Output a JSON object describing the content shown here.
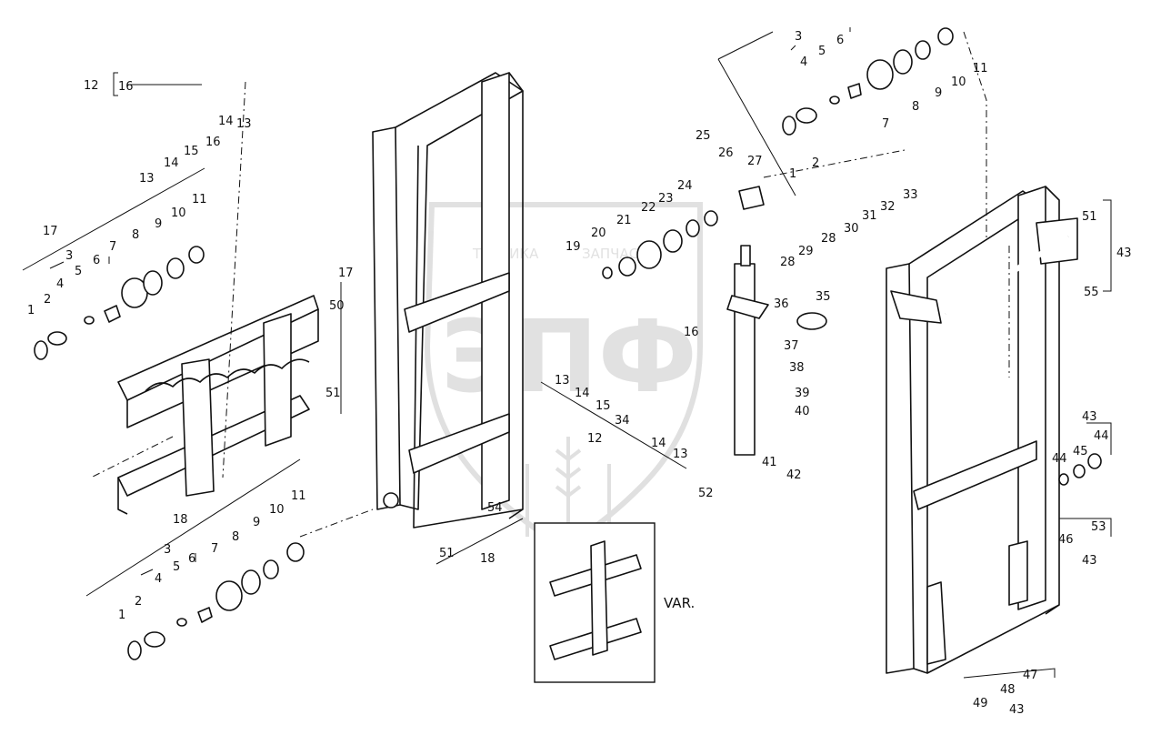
{
  "watermark": {
    "logo_text": "ЭПФ",
    "tagline_left": "ТЕХНИКА",
    "tagline_right": "ЗАПЧАСТИ"
  },
  "variant_label": "VAR.",
  "callouts": [
    {
      "id": "c-12a",
      "text": "12"
    },
    {
      "id": "c-16a",
      "text": "16"
    },
    {
      "id": "c-16b",
      "text": "16"
    },
    {
      "id": "c-14a",
      "text": "14"
    },
    {
      "id": "c-13a",
      "text": "13"
    },
    {
      "id": "c-13b",
      "text": "13"
    },
    {
      "id": "c-14b",
      "text": "14"
    },
    {
      "id": "c-15a",
      "text": "15"
    },
    {
      "id": "c-17a",
      "text": "17"
    },
    {
      "id": "c-3a",
      "text": "3"
    },
    {
      "id": "c-7a",
      "text": "7"
    },
    {
      "id": "c-8a",
      "text": "8"
    },
    {
      "id": "c-9a",
      "text": "9"
    },
    {
      "id": "c-10a",
      "text": "10"
    },
    {
      "id": "c-11a",
      "text": "11"
    },
    {
      "id": "c-4a",
      "text": "4"
    },
    {
      "id": "c-5a",
      "text": "5"
    },
    {
      "id": "c-6a",
      "text": "6"
    },
    {
      "id": "c-2a",
      "text": "2"
    },
    {
      "id": "c-1a",
      "text": "1"
    },
    {
      "id": "c-17b",
      "text": "17"
    },
    {
      "id": "c-50",
      "text": "50"
    },
    {
      "id": "c-51a",
      "text": "51"
    },
    {
      "id": "c-18a",
      "text": "18"
    },
    {
      "id": "c-3b",
      "text": "3"
    },
    {
      "id": "c-7b",
      "text": "7"
    },
    {
      "id": "c-8b",
      "text": "8"
    },
    {
      "id": "c-9b",
      "text": "9"
    },
    {
      "id": "c-10b",
      "text": "10"
    },
    {
      "id": "c-11b",
      "text": "11"
    },
    {
      "id": "c-4b",
      "text": "4"
    },
    {
      "id": "c-5b",
      "text": "5"
    },
    {
      "id": "c-6b",
      "text": "6"
    },
    {
      "id": "c-2b",
      "text": "2"
    },
    {
      "id": "c-1b",
      "text": "1"
    },
    {
      "id": "c-51b",
      "text": "51"
    },
    {
      "id": "c-18b",
      "text": "18"
    },
    {
      "id": "c-54",
      "text": "54"
    },
    {
      "id": "c-25",
      "text": "25"
    },
    {
      "id": "c-26",
      "text": "26"
    },
    {
      "id": "c-27",
      "text": "27"
    },
    {
      "id": "c-24",
      "text": "24"
    },
    {
      "id": "c-23",
      "text": "23"
    },
    {
      "id": "c-22",
      "text": "22"
    },
    {
      "id": "c-21",
      "text": "21"
    },
    {
      "id": "c-20",
      "text": "20"
    },
    {
      "id": "c-19",
      "text": "19"
    },
    {
      "id": "c-16c",
      "text": "16"
    },
    {
      "id": "c-13c",
      "text": "13"
    },
    {
      "id": "c-14c",
      "text": "14"
    },
    {
      "id": "c-15b",
      "text": "15"
    },
    {
      "id": "c-34",
      "text": "34"
    },
    {
      "id": "c-12b",
      "text": "12"
    },
    {
      "id": "c-14d",
      "text": "14"
    },
    {
      "id": "c-13d",
      "text": "13"
    },
    {
      "id": "c-3c",
      "text": "3"
    },
    {
      "id": "c-4c",
      "text": "4"
    },
    {
      "id": "c-5c",
      "text": "5"
    },
    {
      "id": "c-6c",
      "text": "6"
    },
    {
      "id": "c-11c",
      "text": "11"
    },
    {
      "id": "c-10c",
      "text": "10"
    },
    {
      "id": "c-9c",
      "text": "9"
    },
    {
      "id": "c-8c",
      "text": "8"
    },
    {
      "id": "c-7c",
      "text": "7"
    },
    {
      "id": "c-2c",
      "text": "2"
    },
    {
      "id": "c-1c",
      "text": "1"
    },
    {
      "id": "c-33",
      "text": "33"
    },
    {
      "id": "c-32",
      "text": "32"
    },
    {
      "id": "c-31",
      "text": "31"
    },
    {
      "id": "c-30",
      "text": "30"
    },
    {
      "id": "c-28a",
      "text": "28"
    },
    {
      "id": "c-29",
      "text": "29"
    },
    {
      "id": "c-28b",
      "text": "28"
    },
    {
      "id": "c-35",
      "text": "35"
    },
    {
      "id": "c-36",
      "text": "36"
    },
    {
      "id": "c-37",
      "text": "37"
    },
    {
      "id": "c-38",
      "text": "38"
    },
    {
      "id": "c-39",
      "text": "39"
    },
    {
      "id": "c-40",
      "text": "40"
    },
    {
      "id": "c-41",
      "text": "41"
    },
    {
      "id": "c-42",
      "text": "42"
    },
    {
      "id": "c-52",
      "text": "52"
    },
    {
      "id": "c-51c",
      "text": "51"
    },
    {
      "id": "c-43a",
      "text": "43"
    },
    {
      "id": "c-55",
      "text": "55"
    },
    {
      "id": "c-43b",
      "text": "43"
    },
    {
      "id": "c-44a",
      "text": "44"
    },
    {
      "id": "c-45",
      "text": "45"
    },
    {
      "id": "c-44b",
      "text": "44"
    },
    {
      "id": "c-46",
      "text": "46"
    },
    {
      "id": "c-53",
      "text": "53"
    },
    {
      "id": "c-43c",
      "text": "43"
    },
    {
      "id": "c-47",
      "text": "47"
    },
    {
      "id": "c-48",
      "text": "48"
    },
    {
      "id": "c-49",
      "text": "49"
    },
    {
      "id": "c-43d",
      "text": "43"
    }
  ]
}
